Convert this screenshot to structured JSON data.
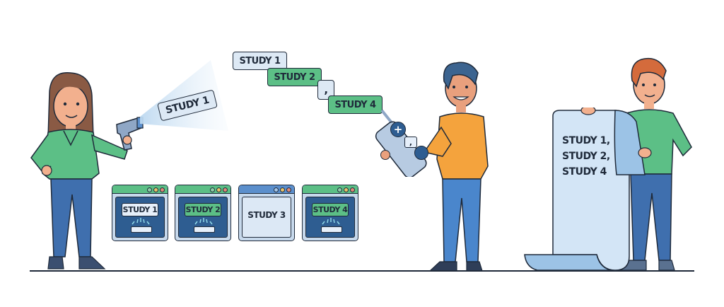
{
  "scene": {
    "title": "",
    "description": "Three-step illustration: scanning studies, combining selected studies, and producing a combined list"
  },
  "scanner_panel": {
    "scanned_tag": "STUDY 1",
    "person": "woman-with-barcode-scanner"
  },
  "study_windows": [
    {
      "label": "STUDY 1",
      "state": "scanned",
      "tag_style": "light"
    },
    {
      "label": "STUDY 2",
      "state": "scanned",
      "tag_style": "green"
    },
    {
      "label": "STUDY 3",
      "state": "not-scanned",
      "tag_style": "plain"
    },
    {
      "label": "STUDY 4",
      "state": "scanned",
      "tag_style": "green"
    }
  ],
  "sequence_chain": {
    "items": [
      {
        "label": "STUDY 1",
        "style": "light"
      },
      {
        "label": "STUDY 2",
        "style": "green"
      },
      {
        "label": ",",
        "style": "light"
      },
      {
        "label": "STUDY 4",
        "style": "green"
      }
    ]
  },
  "remote": {
    "buttons": [
      "plus-button",
      "comma-button",
      "enter-button"
    ],
    "plus_symbol": "+",
    "comma_symbol": ","
  },
  "scroll": {
    "lines": [
      "STUDY 1,",
      "STUDY 2,",
      "STUDY 4"
    ]
  },
  "colors": {
    "outline": "#1f2a3a",
    "green": "#5cbf86",
    "light_blue": "#dde9f5",
    "dark_blue": "#2e5d91",
    "orange": "#f4a33d",
    "jeans": "#3f78c0",
    "skin": "#f2b08e"
  }
}
